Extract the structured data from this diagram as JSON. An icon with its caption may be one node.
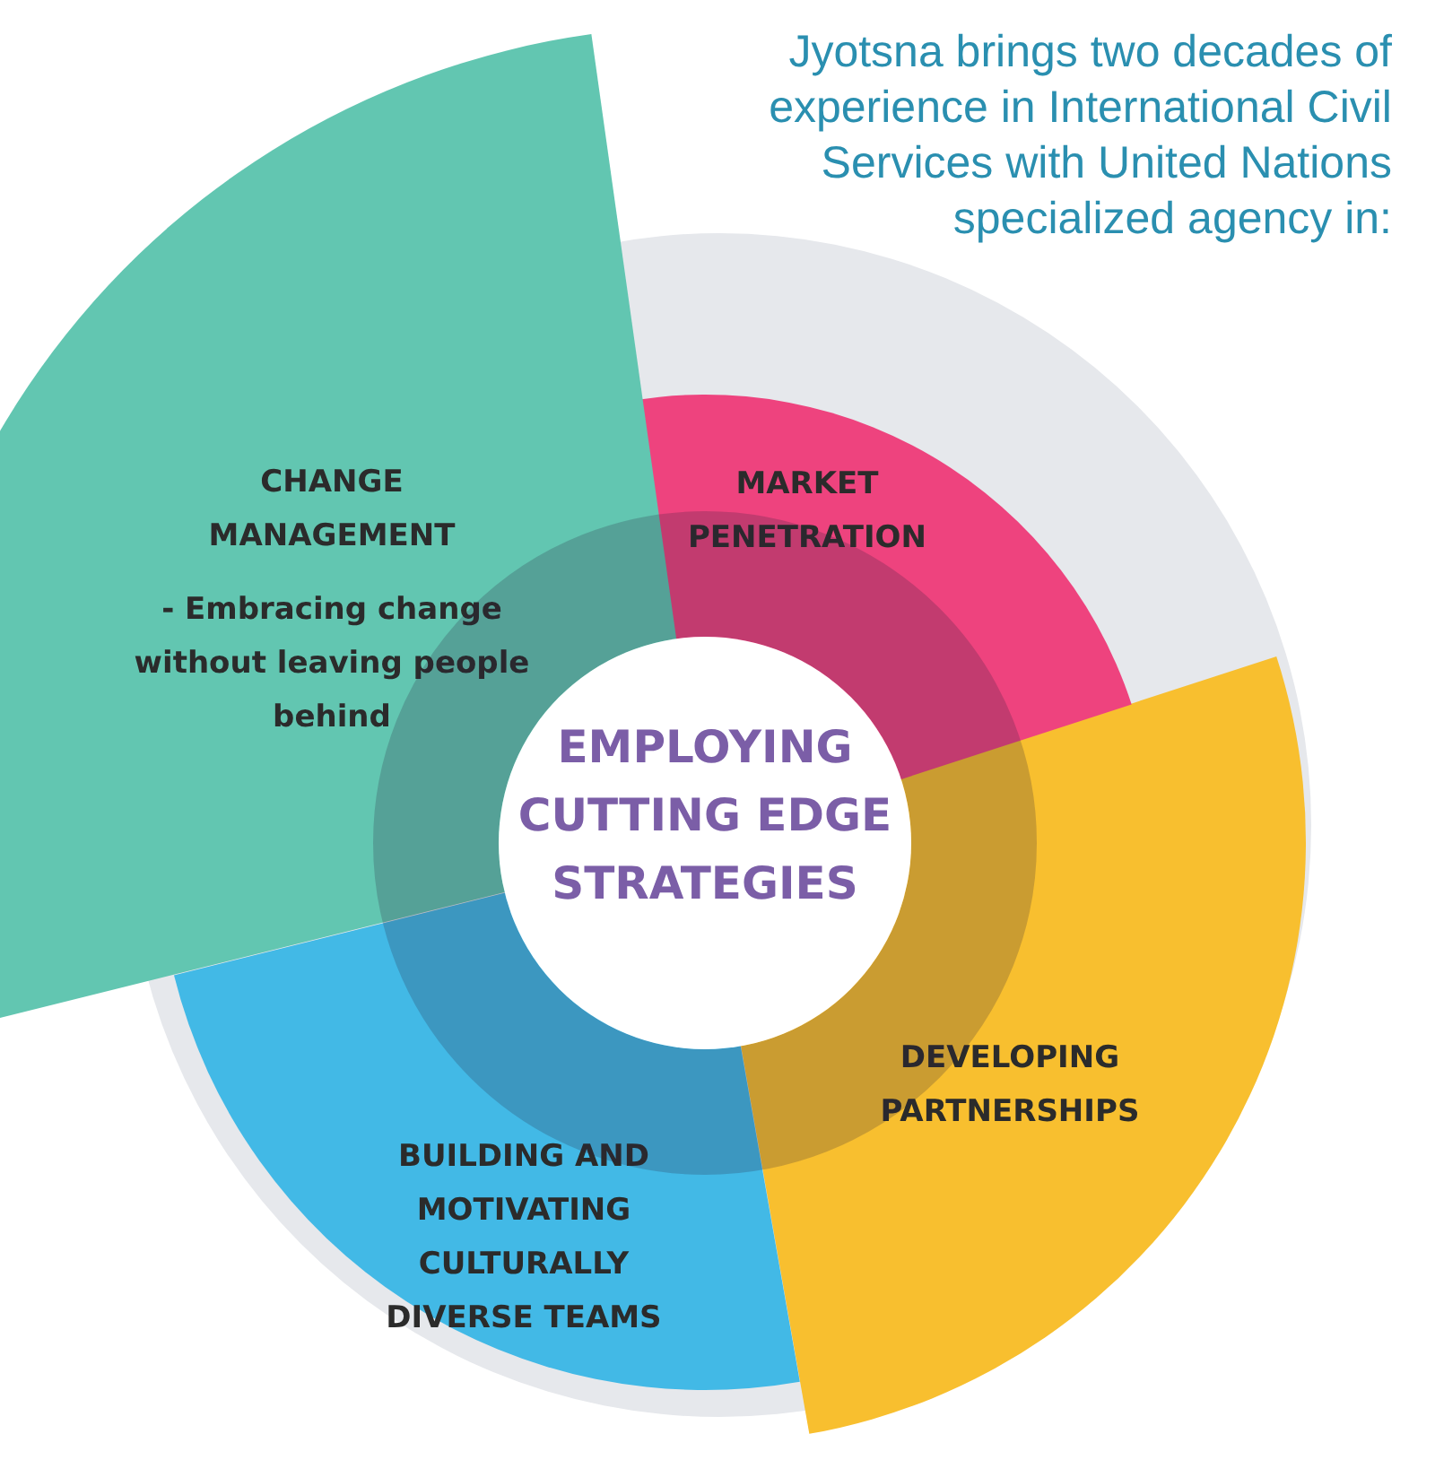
{
  "diagram": {
    "title": "Jyotsna brings two decades of experience in International Civil Services with United Nations specialized agency in:",
    "nodes": [
      {
        "text": [
          "EMPLOYING CUTTING EDGE STRATEGIES"
        ]
      },
      {
        "text": [
          "MARKET PENETRATION"
        ]
      },
      {
        "text": [
          "DEVELOPING PARTNERSHIPS"
        ]
      },
      {
        "text": [
          "BUILDING AND MOTIVATING CULTURALLY DIVERSE TEAMS"
        ]
      },
      {
        "text": [
          "CHANGE MANAGEMENT",
          "- Embracing change without leaving people behind"
        ]
      }
    ],
    "edges": []
  }
}
